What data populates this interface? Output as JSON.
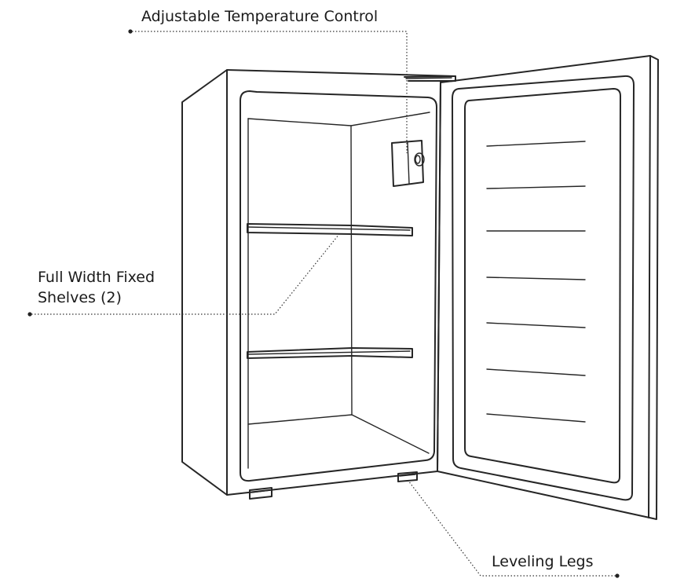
{
  "callouts": {
    "temperature_control": "Adjustable Temperature Control",
    "shelves_line1": "Full Width Fixed",
    "shelves_line2": "Shelves (2)",
    "leveling_legs": "Leveling Legs"
  },
  "colors": {
    "line": "#262626",
    "background": "#ffffff",
    "text": "#1a1a1a"
  }
}
